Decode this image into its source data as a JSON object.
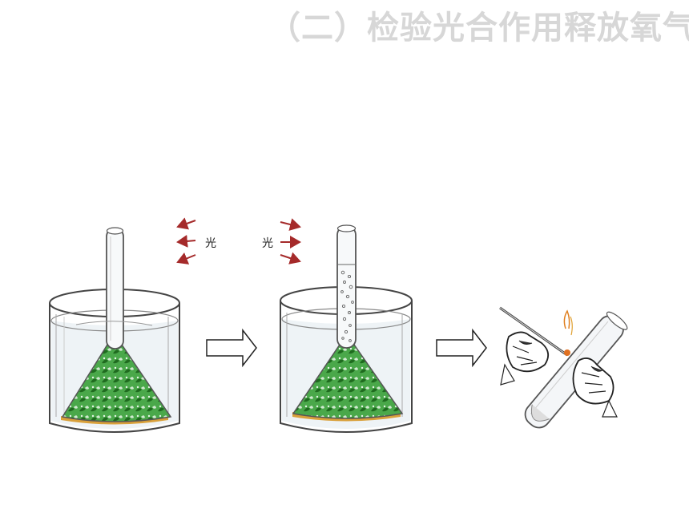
{
  "title": "（二）检验光合作用释放氧气",
  "diagram": {
    "light_label_left": "光",
    "light_label_right": "光",
    "colors": {
      "arrow_red": "#a52a2a",
      "plant_green": "#3a9a3a",
      "sand_orange": "#d9a03a",
      "glass_outline": "#555555",
      "water": "#e8eef2"
    },
    "stages": [
      "setup-in-light",
      "oxygen-collected",
      "glowing-splint-test"
    ]
  }
}
